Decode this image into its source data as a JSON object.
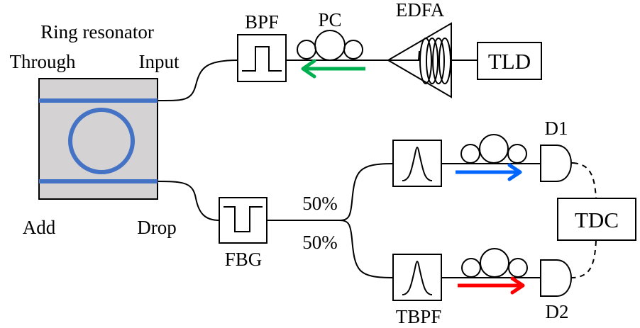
{
  "diagram": {
    "ring_resonator": {
      "title": "Ring resonator",
      "ports": {
        "through": "Through",
        "input": "Input",
        "add": "Add",
        "drop": "Drop"
      },
      "chip_color": "#d4d2d3",
      "waveguide_color": "#4472c4"
    },
    "components": {
      "bpf": "BPF",
      "pc": "PC",
      "edfa": "EDFA",
      "tld": "TLD",
      "fbg": "FBG",
      "tbpf": "TBPF",
      "d1": "D1",
      "d2": "D2",
      "tdc": "TDC"
    },
    "splitter": {
      "upper_ratio": "50%",
      "lower_ratio": "50%"
    },
    "arrows": {
      "pump_color": "#00b050",
      "signal_color": "#0066ff",
      "idler_color": "#ff0000"
    }
  }
}
